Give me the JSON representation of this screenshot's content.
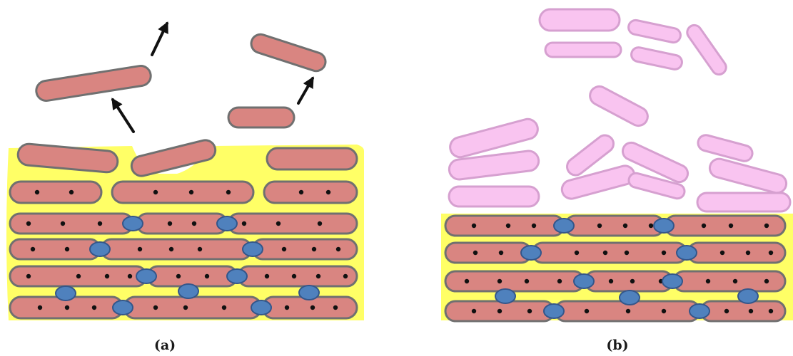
{
  "panels": [
    {
      "id": "a",
      "caption": "(a)"
    },
    {
      "id": "b",
      "caption": "(b)"
    }
  ],
  "colors": {
    "matrix": "#ffff66",
    "cell_fill": "#d98581",
    "cell_stroke": "#707070",
    "junction_fill": "#4f81bd",
    "junction_stroke": "#34568a",
    "detached_fill": "#f9c4f0",
    "detached_stroke": "#d6a0d0",
    "arrow": "#111111",
    "dot": "#111111"
  },
  "icons": {
    "cell": "rod-cell-shape",
    "junction": "blue-ellipse",
    "arrow": "detachment-arrow"
  }
}
